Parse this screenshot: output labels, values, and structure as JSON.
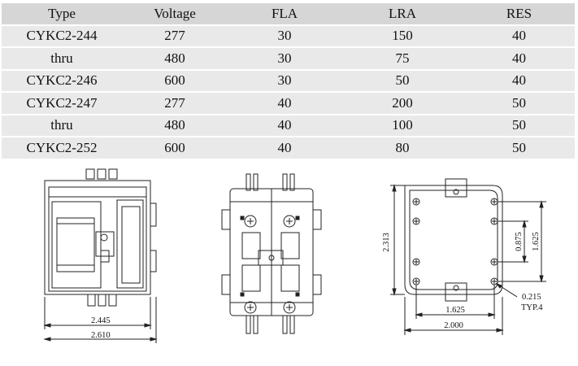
{
  "table": {
    "headers": [
      "Type",
      "Voltage",
      "FLA",
      "LRA",
      "RES"
    ],
    "rows": [
      [
        "CYKC2-244",
        "277",
        "30",
        "150",
        "40"
      ],
      [
        "thru",
        "480",
        "30",
        "75",
        "40"
      ],
      [
        "CYKC2-246",
        "600",
        "30",
        "50",
        "40"
      ],
      [
        "CYKC2-247",
        "277",
        "40",
        "200",
        "50"
      ],
      [
        "thru",
        "480",
        "40",
        "100",
        "50"
      ],
      [
        "CYKC2-252",
        "600",
        "40",
        "80",
        "50"
      ]
    ]
  },
  "side_view": {
    "dim_inner": "2.445",
    "dim_outer": "2.610"
  },
  "mount_view": {
    "dim_height": "2.313",
    "dim_hole_v": "0.875",
    "dim_hole_h": "1.625",
    "dim_width_inner": "1.625",
    "dim_width_outer": "2.000",
    "hole_dia": "0.215",
    "hole_note": "TYP.4"
  }
}
